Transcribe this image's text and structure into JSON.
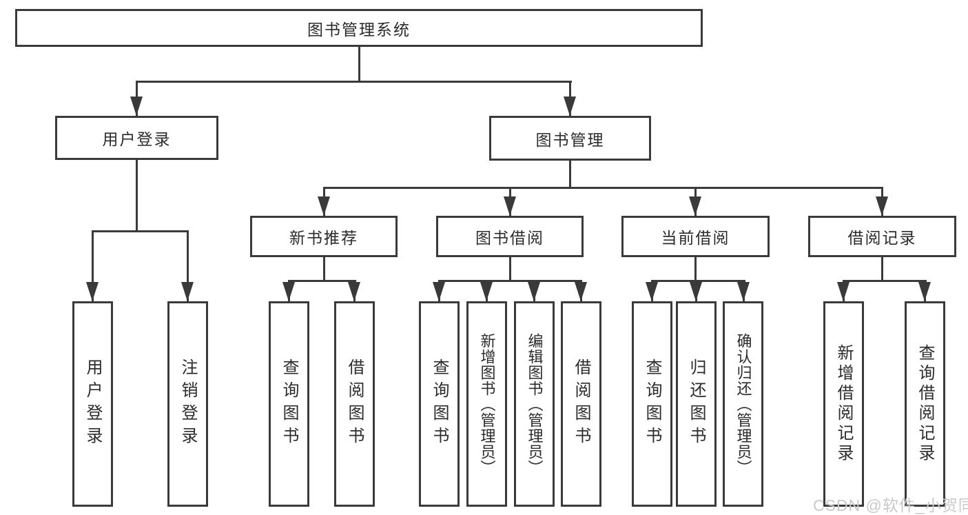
{
  "diagram": {
    "root": {
      "label": "图书管理系统"
    },
    "level2": [
      {
        "label": "用户登录"
      },
      {
        "label": "图书管理"
      }
    ],
    "level3": [
      {
        "label": "新书推荐"
      },
      {
        "label": "图书借阅"
      },
      {
        "label": "当前借阅"
      },
      {
        "label": "借阅记录"
      }
    ],
    "leaves": [
      {
        "label": "用户登录"
      },
      {
        "label": "注销登录"
      },
      {
        "label": "查询图书"
      },
      {
        "label": "借阅图书"
      },
      {
        "label": "查询图书"
      },
      {
        "label": "新增图书（管理员）"
      },
      {
        "label": "编辑图书（管理员）"
      },
      {
        "label": "借阅图书"
      },
      {
        "label": "查询图书"
      },
      {
        "label": "归还图书"
      },
      {
        "label": "确认归还（管理员）"
      },
      {
        "label": "新增借阅记录"
      },
      {
        "label": "查询借阅记录"
      }
    ]
  },
  "watermark": "CSDN @软件_小贺同学",
  "colors": {
    "line": "#3a3a3a",
    "box_border": "#3a3a3a",
    "box_fill": "#ffffff",
    "text": "#2b2b2b",
    "watermark": "#c9c9c9"
  }
}
